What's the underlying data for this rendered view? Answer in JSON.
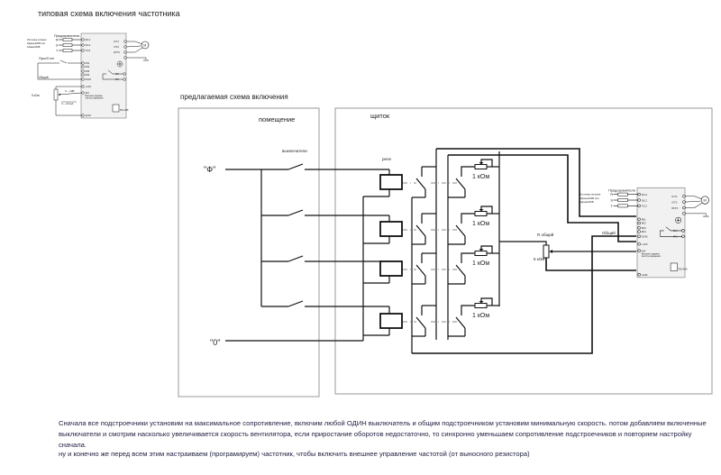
{
  "titles": {
    "typical": "типовая схема включения частотника",
    "proposed": "предлагаемая схема включения",
    "room": "помещение",
    "panel": "щиток",
    "switches": "выключатели",
    "relay": "реле",
    "phase": "\"Ф\"",
    "zero": "\"0\"",
    "common_pot": "R общий",
    "common_pot_value": "5 кОм",
    "common_wire": "Общий"
  },
  "resistors": [
    "1 кОм",
    "1 кОм",
    "1 кОм",
    "1 кОм"
  ],
  "inverter": {
    "fuses": "Предохранители",
    "source": [
      "Источник питания",
      "3фазы/220В или",
      "1фаза/220В"
    ],
    "inputs": [
      "R",
      "S",
      "T"
    ],
    "input_terms": [
      "R/L1",
      "S/L2",
      "T/L3"
    ],
    "output_terms": [
      "U/T1",
      "V/T2",
      "W/T3"
    ],
    "motor": "M",
    "start_stop": "Пуск/Стоп",
    "digital_inputs": [
      "MI1",
      "MI2",
      "MI3",
      "MI4",
      "DCM"
    ],
    "common": "Общий",
    "ref_terms": [
      "+10V",
      "AVI",
      "ACM"
    ],
    "ext_note": [
      "Внешнее задание",
      "частоты вращения"
    ],
    "pot": "5 кОм",
    "voltage_range": "0 ~ 10В",
    "current_range": "4 ~ 20 мА",
    "relay_terms": [
      "RA",
      "RC"
    ],
    "comm": "RS-485"
  },
  "notes": [
    "Сначала все подстроечники установим на максимальное сопротивление, включим любой ОДИН выключатель и общим подстроечником установим минимальную скорость. потом добавляем  включенные выключатели и смотрим насколько увеличивается скорость вентилятора, если приростание оборотов недостаточно, то синхронно уменьшаем сопротивление подстроечников и повторяем настройку сначала.",
    "ну и конечно же перед всем этим настраиваем (програмируем) частотник, чтобы включить внешнее управление частотой (от выносного резистора)"
  ]
}
